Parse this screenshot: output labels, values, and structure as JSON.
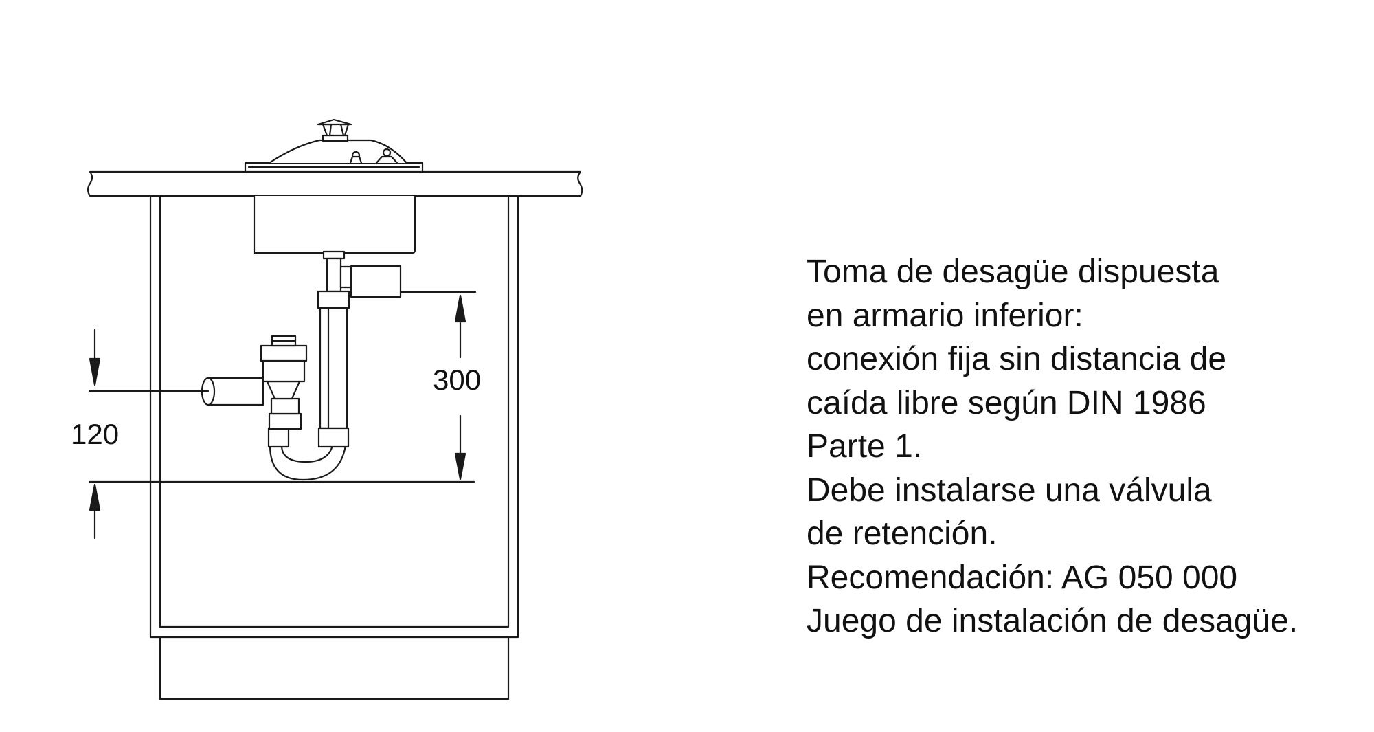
{
  "dimensions": {
    "height_300": "300",
    "height_120": "120"
  },
  "description": {
    "lines": [
      "Toma de desagüe dispuesta",
      "en armario inferior:",
      "conexión fija sin distancia de",
      "caída libre según DIN 1986",
      "Parte 1.",
      "Debe instalarse una válvula",
      "de retención.",
      "Recomendación: AG 050 000",
      "Juego de instalación de desagüe."
    ]
  },
  "colors": {
    "line": "#1a1a1a",
    "background": "#ffffff",
    "text": "#111111"
  }
}
